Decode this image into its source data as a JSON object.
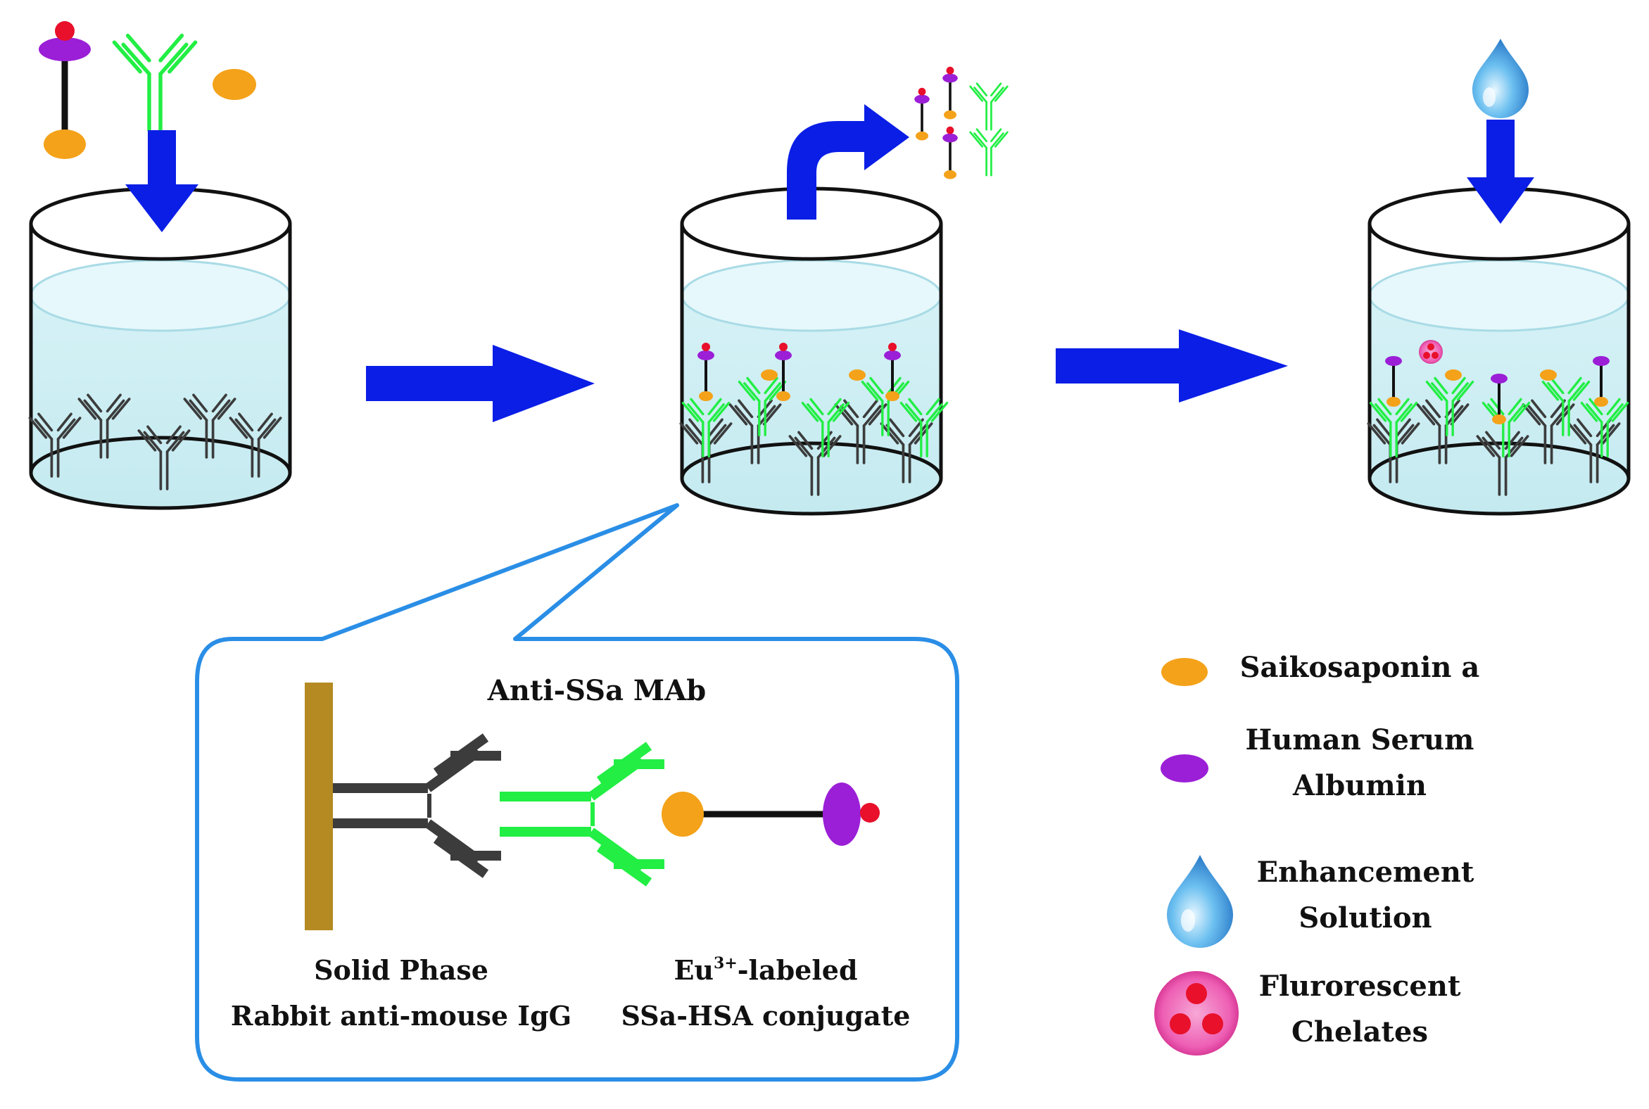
{
  "zoom": {
    "title": "Anti-SSa MAb",
    "solid_phase_line1": "Solid Phase",
    "solid_phase_line2": "Rabbit anti-mouse IgG",
    "eu_prefix": "Eu",
    "eu_superscript": "3+",
    "eu_suffix": "-labeled",
    "conjugate_line2": "SSa-HSA conjugate"
  },
  "legend": {
    "saikosaponin": "Saikosaponin a",
    "hsa_line1": "Human Serum",
    "hsa_line2": "Albumin",
    "enhancement_line1": "Enhancement",
    "enhancement_line2": "Solution",
    "chelates_line1": "Flurorescent",
    "chelates_line2": "Chelates"
  },
  "colors": {
    "arrow": "#0a1ee6",
    "liquid": "#cdeef3",
    "capture_antibody": "#3c3c3c",
    "mab": "#22ee44",
    "saikosaponin": "#f4a21a",
    "hsa": "#9b1fd6",
    "eu_label": "#e8102a",
    "solid_phase": "#b58a22",
    "zoom_border": "#2a8ee6",
    "chelate": "#ee5fb4",
    "drop": "#2a8fd8"
  }
}
